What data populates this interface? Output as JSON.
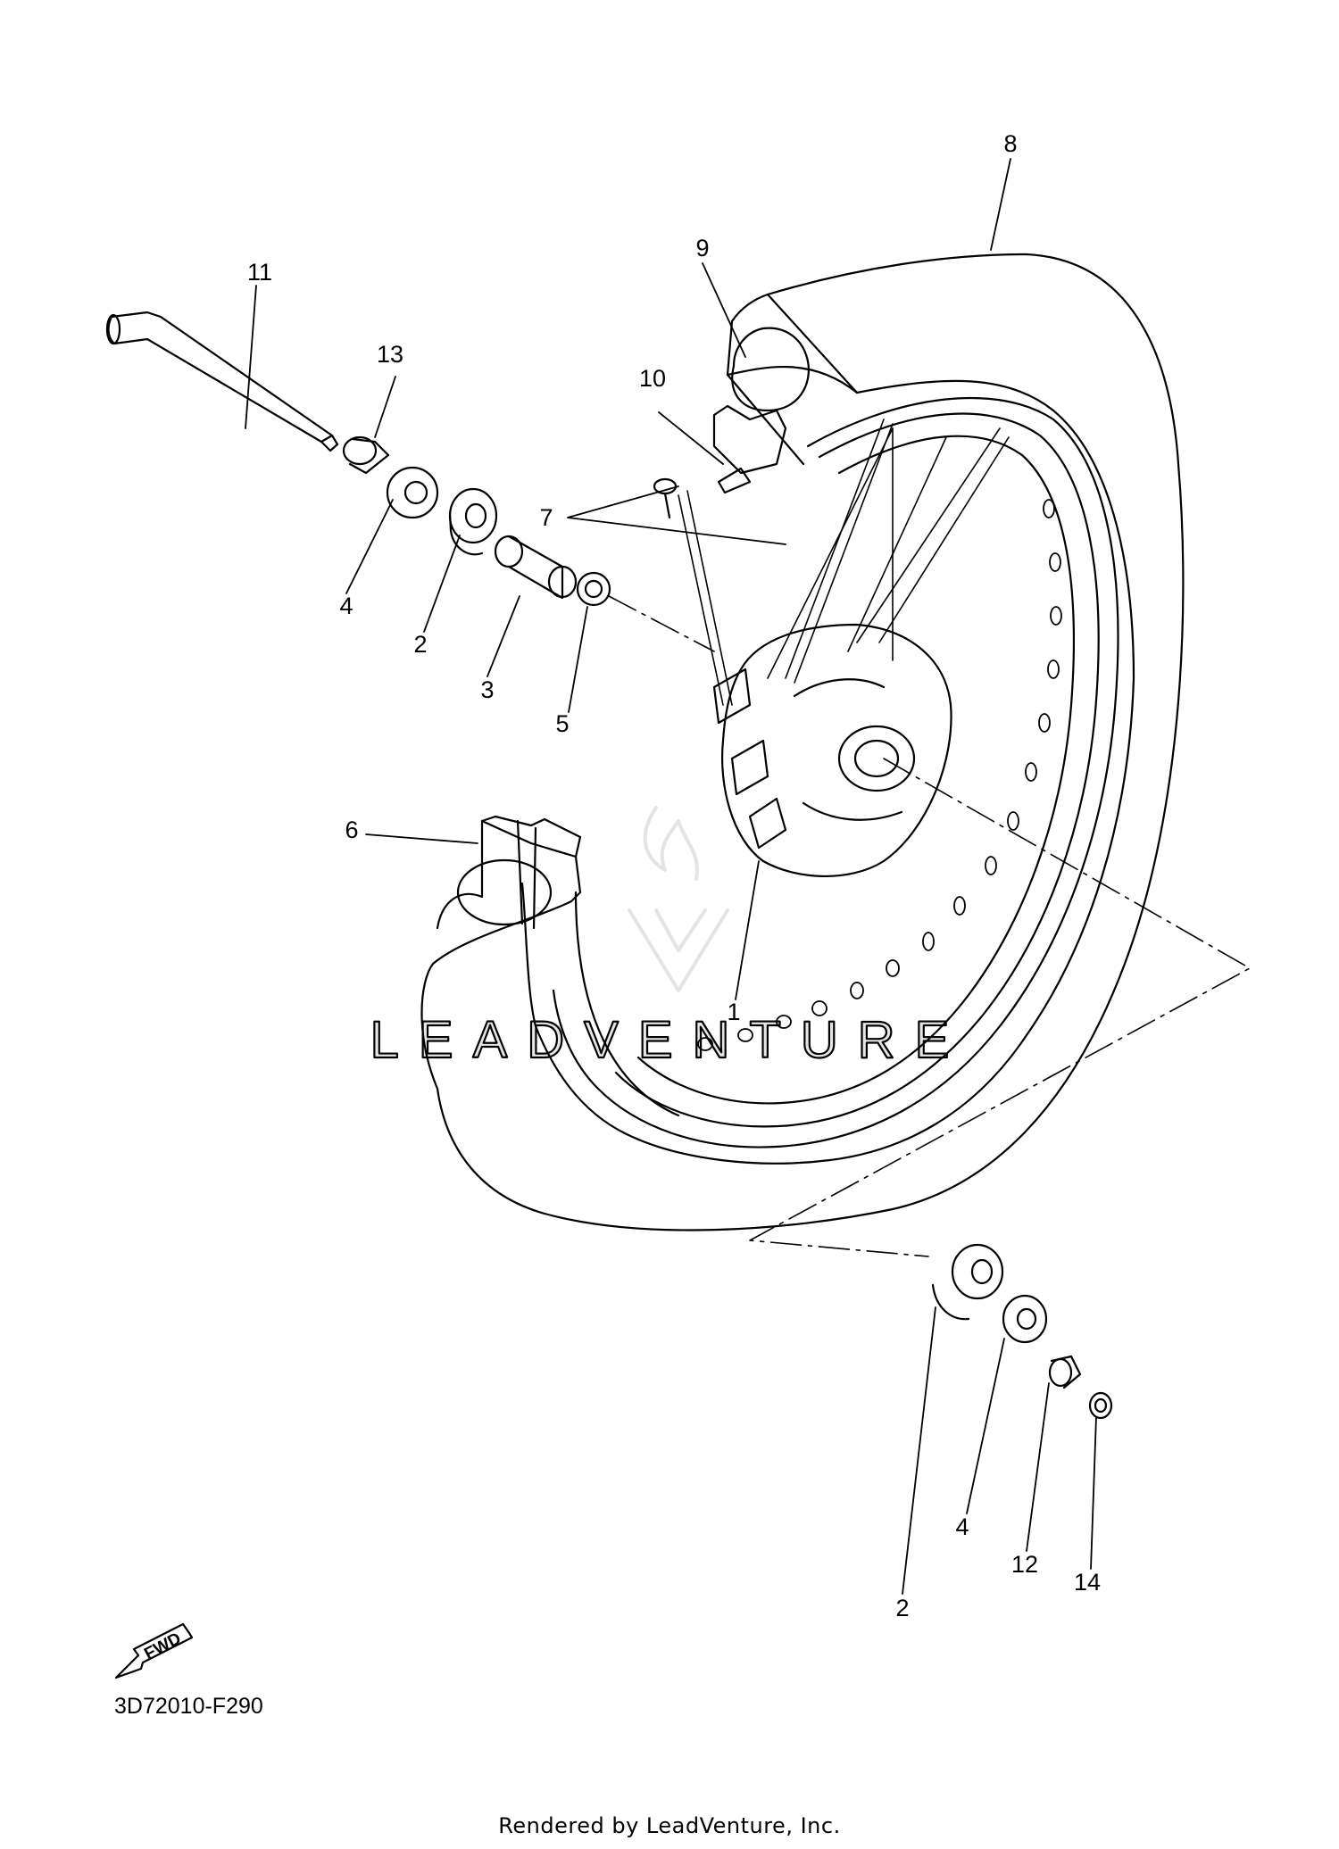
{
  "callouts": {
    "c1": "1",
    "c2a": "2",
    "c2b": "2",
    "c3": "3",
    "c4a": "4",
    "c4b": "4",
    "c5": "5",
    "c6": "6",
    "c7": "7",
    "c8": "8",
    "c9": "9",
    "c10": "10",
    "c11": "11",
    "c12": "12",
    "c13": "13",
    "c14": "14"
  },
  "fwd_label": "FWD",
  "diagram_code": "3D72010-F290",
  "watermark_text": "LEADVENTURE",
  "credit": "Rendered by LeadVenture, Inc.",
  "colors": {
    "line": "#000000",
    "watermark": "#e6e6e6"
  }
}
